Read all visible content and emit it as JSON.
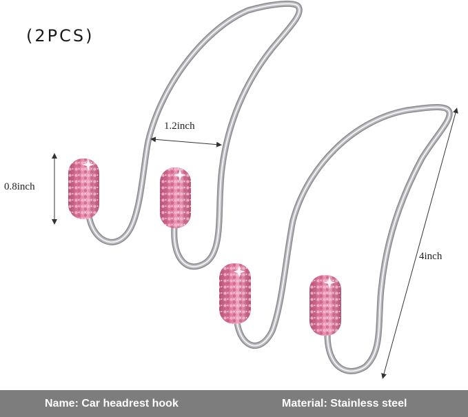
{
  "product": {
    "quantity_label": "(2PCS)",
    "dimensions": {
      "gap": "1.2inch",
      "bead_height": "0.8inch",
      "length": "4inch"
    },
    "specs": {
      "name": "Name: Car headrest hook",
      "material": "Material: Stainless steel"
    }
  },
  "colors": {
    "metal": "#b8b8bd",
    "metal_highlight": "#f2f2f5",
    "metal_shadow": "#8a8a90",
    "bead_pink": "#e27a9e",
    "bead_dark": "#b24f74",
    "bead_light": "#f7c3d6",
    "footer_bg": "#7d7d7d",
    "footer_text": "#ffffff"
  }
}
